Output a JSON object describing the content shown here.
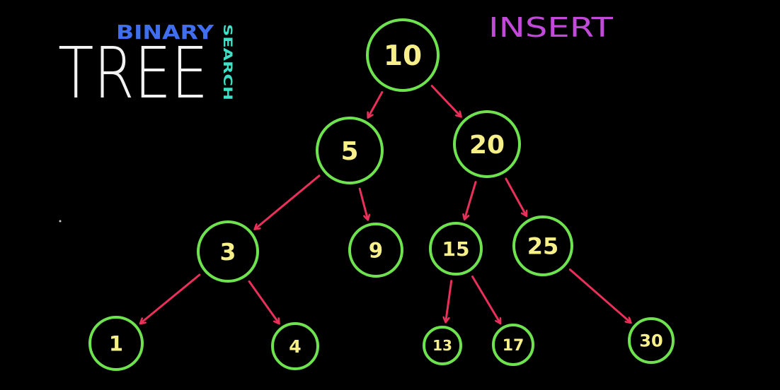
{
  "colors": {
    "background": "#000000",
    "node_stroke": "#6ee24f",
    "node_text": "#f6ef8a",
    "edge": "#e8305a",
    "title_tree": "#f2f2f2",
    "title_binary": "#3f6ef0",
    "title_search": "#3ee0c8",
    "insert": "#c24ad8"
  },
  "title": {
    "tree": "TREE",
    "binary": "BINARY",
    "search": "SEARCH"
  },
  "operation_label": "INSERT",
  "nodes": [
    {
      "id": "n10",
      "label": "10"
    },
    {
      "id": "n5",
      "label": "5"
    },
    {
      "id": "n20",
      "label": "20"
    },
    {
      "id": "n3",
      "label": "3"
    },
    {
      "id": "n9",
      "label": "9"
    },
    {
      "id": "n15",
      "label": "15"
    },
    {
      "id": "n25",
      "label": "25"
    },
    {
      "id": "n1",
      "label": "1"
    },
    {
      "id": "n4",
      "label": "4"
    },
    {
      "id": "n13",
      "label": "13"
    },
    {
      "id": "n17",
      "label": "17"
    },
    {
      "id": "n30",
      "label": "30"
    }
  ],
  "edges": [
    {
      "from": "n10",
      "to": "n5"
    },
    {
      "from": "n10",
      "to": "n20"
    },
    {
      "from": "n5",
      "to": "n3"
    },
    {
      "from": "n5",
      "to": "n9"
    },
    {
      "from": "n20",
      "to": "n15"
    },
    {
      "from": "n20",
      "to": "n25"
    },
    {
      "from": "n3",
      "to": "n1"
    },
    {
      "from": "n3",
      "to": "n4"
    },
    {
      "from": "n15",
      "to": "n13"
    },
    {
      "from": "n15",
      "to": "n17"
    },
    {
      "from": "n25",
      "to": "n30"
    }
  ]
}
